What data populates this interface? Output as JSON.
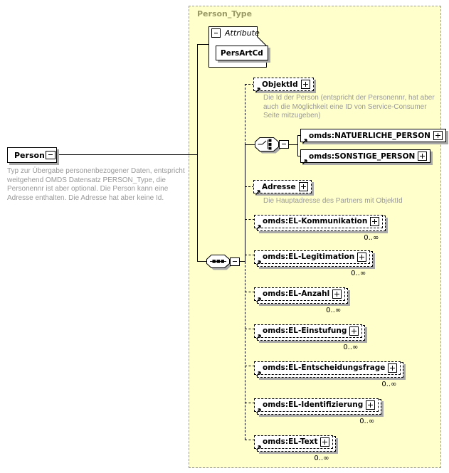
{
  "colors": {
    "container_background": "#ffffcc",
    "container_border": "#9a9a9a",
    "container_title": "#999966",
    "annotation_text": "#999999",
    "box_border": "#000000",
    "box_background": "#ffffff",
    "shadow": "#a8a8a8"
  },
  "icons": {
    "collapse": "minus-icon",
    "expand": "plus-icon",
    "sequence": "sequence-compositor-icon",
    "choice": "choice-compositor-icon",
    "reference": "arrow-ne-icon"
  },
  "root": {
    "name": "Person",
    "annotation": "Typ zur Übergabe personenbezogener Daten, entspricht\nweitgehend OMDS Datensatz PERSON_Type, die\nPersonennr ist aber optional. Die Person kann eine\nAdresse enthalten. Die Adresse hat aber keine Id."
  },
  "person_type": {
    "title": "Person_Type",
    "attributes": {
      "label": "Attribute",
      "items": [
        {
          "name": "PersArtCd"
        }
      ]
    },
    "objektid": {
      "name": "ObjektId",
      "annotation": "Die Id der Person (entspricht der Personennr, hat aber\nauch die Möglichkeit eine ID von Service-Consumer\nSeite mitzugeben)"
    },
    "choice": {
      "options": [
        {
          "name": "omds:NATUERLICHE_PERSON"
        },
        {
          "name": "omds:SONSTIGE_PERSON"
        }
      ]
    },
    "adresse": {
      "name": "Adresse",
      "annotation": "Die Hauptadresse des Partners mit ObjektId"
    },
    "repeating": [
      {
        "name": "omds:EL-Kommunikation",
        "occurrence": "0..∞"
      },
      {
        "name": "omds:EL-Legitimation",
        "occurrence": "0..∞"
      },
      {
        "name": "omds:EL-Anzahl",
        "occurrence": "0..∞"
      },
      {
        "name": "omds:EL-Einstufung",
        "occurrence": "0..∞"
      },
      {
        "name": "omds:EL-Entscheidungsfrage",
        "occurrence": "0..∞"
      },
      {
        "name": "omds:EL-Identifizierung",
        "occurrence": "0..∞"
      },
      {
        "name": "omds:EL-Text",
        "occurrence": "0..∞"
      }
    ]
  }
}
